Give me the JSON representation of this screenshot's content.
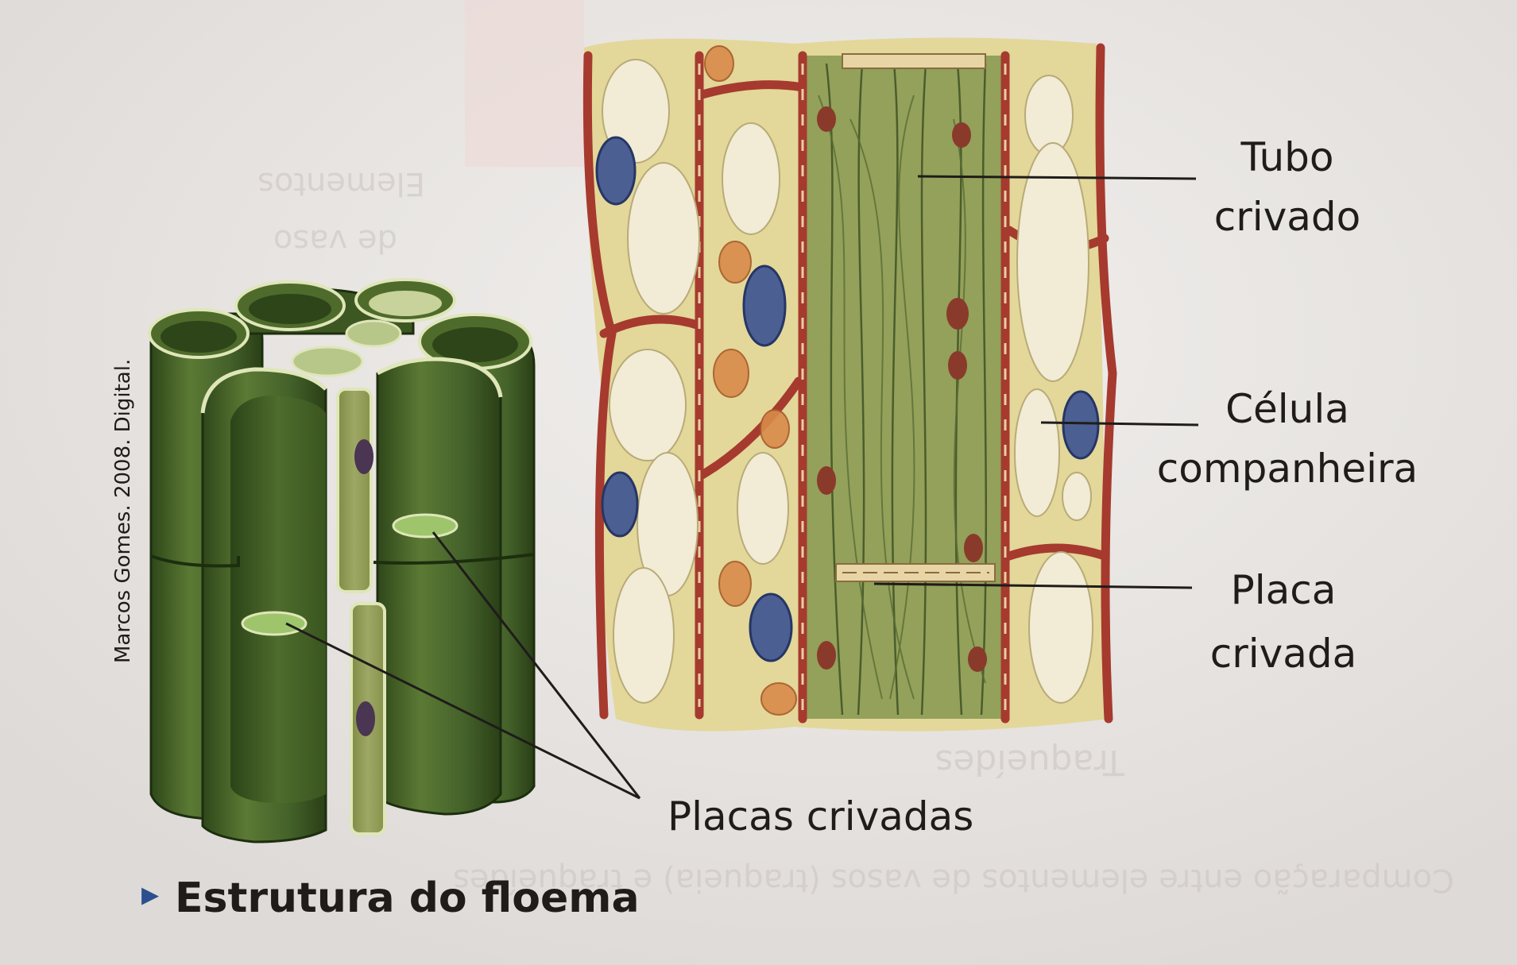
{
  "credit": "Marcos Gomes. 2008. Digital.",
  "caption": {
    "marker": "▸",
    "text": "Estrutura do floema"
  },
  "labels": {
    "tubo_line1": "Tubo",
    "tubo_line2": "crivado",
    "celula_line1": "Célula",
    "celula_line2": "companheira",
    "placa_line1": "Placa",
    "placa_line2": "crivada",
    "placas_crivadas": "Placas crivadas"
  },
  "bleed_through": {
    "elementos_line1": "Elementos",
    "elementos_line2": "de vaso",
    "traqueides": "Traqueídes",
    "comparacao": "Comparação entre elementos de vasos (traqueia) e traqueídes"
  },
  "colors": {
    "paper": "#e9e6e4",
    "bundle_dark": "#3f5a25",
    "bundle_light": "#a9c27c",
    "cell_wall": "#a63a2e",
    "cytoplasm": "#e3d79a",
    "vacuole": "#f2ecd6",
    "nucleus": "#4c5f93",
    "sieve_tube": "#8f9d54"
  }
}
